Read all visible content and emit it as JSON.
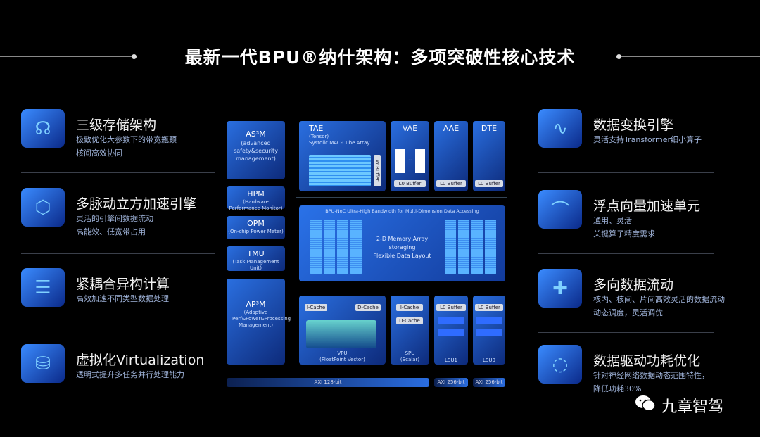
{
  "title": "最新一代BPU®纳什架构：多项突破性核心技术",
  "left_features": [
    {
      "icon": "brain-icon",
      "title": "三级存储架构",
      "desc": [
        "极致优化大参数下的带宽瓶颈",
        "核间高效协同"
      ]
    },
    {
      "icon": "cubes-icon",
      "title": "多脉动立方加速引擎",
      "desc": [
        "灵活的引擎间数据流动",
        "高能效、低宽带占用"
      ]
    },
    {
      "icon": "sliders-icon",
      "title": "紧耦合异构计算",
      "desc": [
        "高效加速不同类型数据处理"
      ]
    },
    {
      "icon": "database-icon",
      "title": "虚拟化Virtualization",
      "desc": [
        "透明式提升多任务并行处理能力"
      ]
    }
  ],
  "right_features": [
    {
      "icon": "curve-icon",
      "title": "数据变换引擎",
      "desc": [
        "灵活支持Transformer细小算子"
      ]
    },
    {
      "icon": "bell-curve-icon",
      "title": "浮点向量加速单元",
      "desc": [
        "通用、灵活",
        "关键算子精度需求"
      ]
    },
    {
      "icon": "crosshair-layers-icon",
      "title": "多向数据流动",
      "desc": [
        "核内、核间、片间高效灵活的数据流动",
        "动态调度，灵活调优"
      ]
    },
    {
      "icon": "laptop-icon",
      "title": "数据驱动功耗优化",
      "desc": [
        "针对神经网络数据动态范围特性，",
        "降低功耗30%"
      ]
    }
  ],
  "diagram": {
    "as3m": {
      "name": "AS³M",
      "sub": "(advanced safety&security management)"
    },
    "hpm": {
      "name": "HPM",
      "sub": "(Hardware Performance Monitor)"
    },
    "opm": {
      "name": "OPM",
      "sub": "(On-chip Power Meter)"
    },
    "tmu": {
      "name": "TMU",
      "sub": "(Task Management Unit)"
    },
    "ap3m": {
      "name": "AP³M",
      "sub": "(Adaptive Perf&Power&Processing Management)"
    },
    "tae": {
      "name": "TAE",
      "sub1": "(Tensor)",
      "sub2": "Systolic MAC-Cube Array",
      "buffer": "W Buffer"
    },
    "vae": "VAE",
    "aae": "AAE",
    "dte": "DTE",
    "l0": "L0 Buffer",
    "ellipsis": "...",
    "noc": {
      "title": "BPU-NoC Ultra-High Bandwidth for Multi-Dimension Data Accessing",
      "l1": "2-D Memory Array",
      "l2": "storaging",
      "l3": "Flexible Data Layout"
    },
    "icache": "I-Cache",
    "dcache": "D-Cache",
    "vpu": {
      "name": "VPU",
      "sub": "(FloatPoint Vector)"
    },
    "spu": {
      "name": "SPU",
      "sub": "(Scalar)"
    },
    "lsu1": "LSU1",
    "lsu0": "LSU0",
    "axi128": "AXI 128-bit",
    "axi256": "AXI 256-bit"
  },
  "watermark": "九章智驾",
  "colors": {
    "accent": "#2a6fe0",
    "background": "#000000"
  }
}
